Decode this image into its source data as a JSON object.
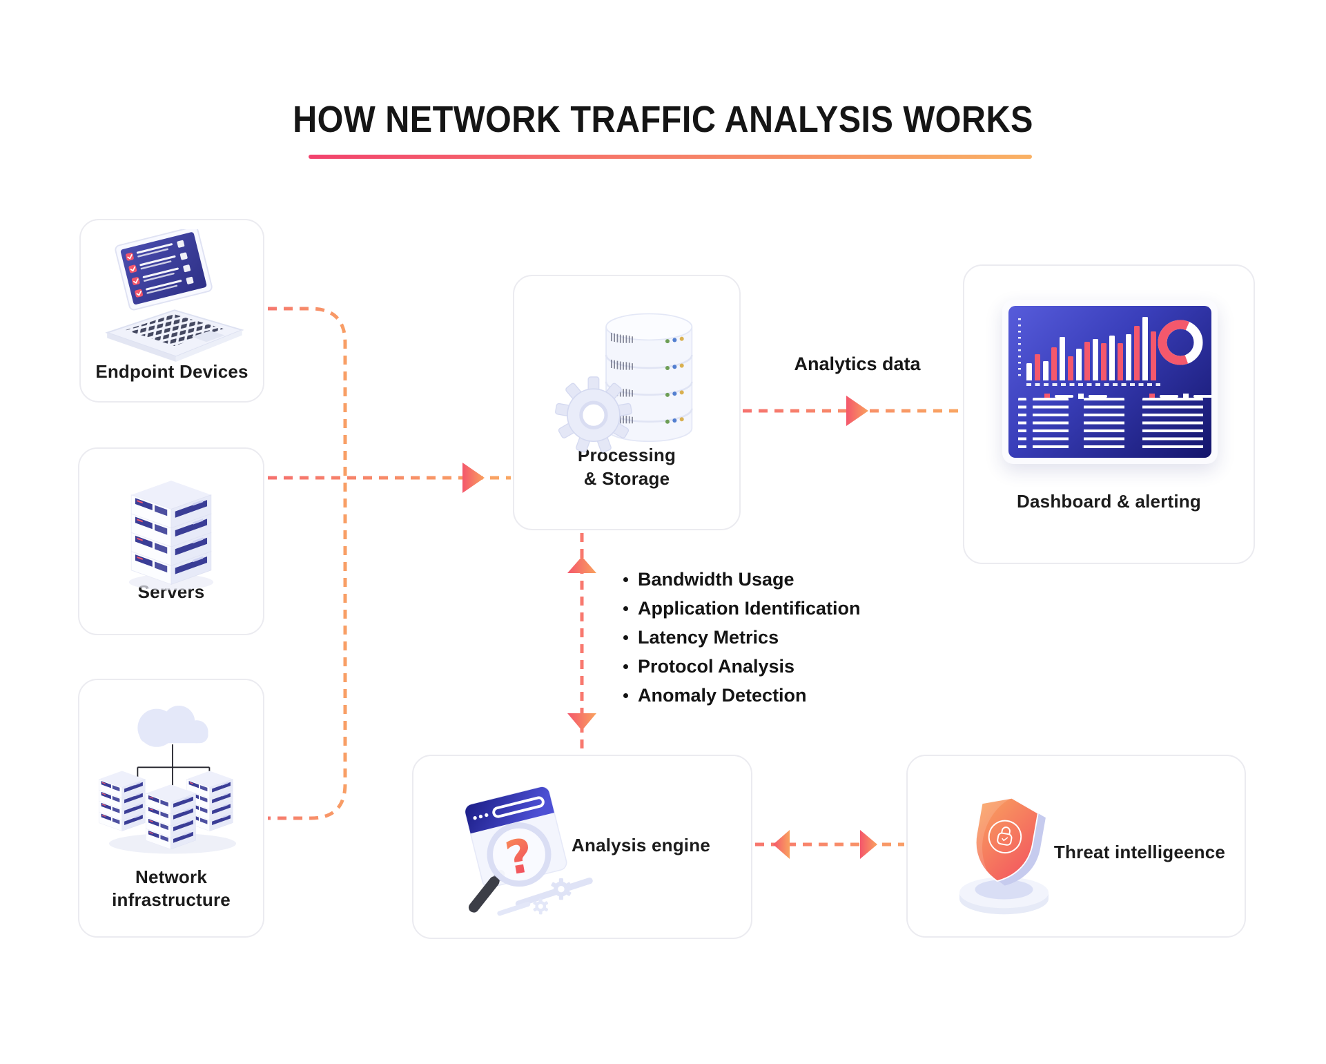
{
  "header": {
    "title": "HOW NETWORK TRAFFIC ANALYSIS WORKS"
  },
  "nodes": {
    "endpoint": {
      "label": "Endpoint Devices"
    },
    "servers": {
      "label": "Servers"
    },
    "network": {
      "label": "Network infrastructure"
    },
    "processing": {
      "line1": "Processing",
      "line2": "& Storage"
    },
    "dashboard": {
      "label": "Dashboard & alerting"
    },
    "analysis": {
      "label": "Analysis engine"
    },
    "threat": {
      "label": "Threat intelligeence"
    }
  },
  "labels": {
    "analytics": "Analytics data"
  },
  "features": {
    "items": [
      "Bandwidth Usage",
      "Application Identification",
      "Latency Metrics",
      "Protocol Analysis",
      "Anomaly Detection"
    ]
  },
  "icons": {
    "question_glyph": "?"
  },
  "colors": {
    "underline_red": "#f2426d",
    "underline_orange": "#f9b164",
    "dash_salmon": "#f7786f",
    "dash_orange": "#f9a763",
    "arrow_pink": "#f4566b",
    "arrow_orange": "#f9a25f",
    "chart_red": "#f4586c",
    "screen_navy_start": "#575cdb",
    "screen_navy_end": "#14156b",
    "indigo_panel": "#3a3d96"
  },
  "chart_data": [
    {
      "type": "bar",
      "values": [
        27,
        41,
        30,
        52,
        68,
        38,
        50,
        61,
        65,
        59,
        71,
        59,
        73,
        86,
        100,
        77
      ],
      "bar_colors_alternate": [
        "#ffffff",
        "#f4586c"
      ],
      "title": "",
      "xlabel": "",
      "ylabel": "",
      "ylim": [
        0,
        100
      ]
    },
    {
      "type": "pie",
      "values": [
        62,
        38
      ],
      "colors": [
        "#f4586c",
        "#ffffff"
      ]
    }
  ]
}
